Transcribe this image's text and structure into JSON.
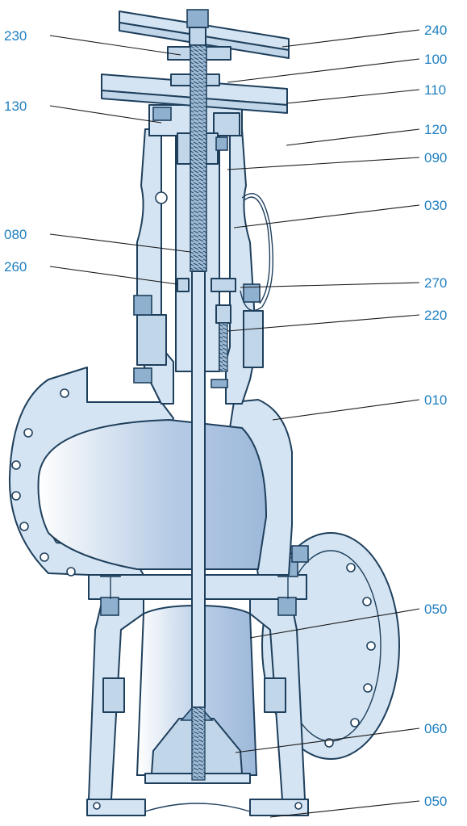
{
  "colors": {
    "label": "#1f7fc0",
    "body_fill": "#d4e4f2",
    "interior_shade": "#9db8da",
    "outline": "#1e3f5c",
    "leader": "#1a1a1a"
  },
  "labels": {
    "l230": "230",
    "l130": "130",
    "l080": "080",
    "l260": "260",
    "l240": "240",
    "l100": "100",
    "l110": "110",
    "l120": "120",
    "l090": "090",
    "l030": "030",
    "l270": "270",
    "l220": "220",
    "l010": "010",
    "l050a": "050",
    "l060": "060",
    "l050b": "050"
  }
}
